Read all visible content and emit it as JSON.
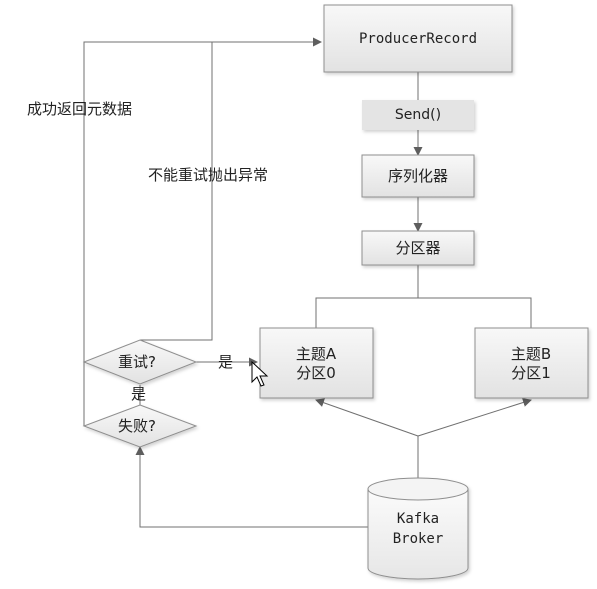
{
  "nodes": {
    "producer_record": "ProducerRecord",
    "send": "Send()",
    "serializer": "序列化器",
    "partitioner": "分区器",
    "topic_a_line1": "主题A",
    "topic_a_line2": "分区0",
    "topic_b_line1": "主题B",
    "topic_b_line2": "分区1",
    "retry": "重试?",
    "fail": "失败?",
    "kafka_line1": "Kafka",
    "kafka_line2": "Broker"
  },
  "edge_labels": {
    "success_return": "成功返回元数据",
    "no_retry_throw": "不能重试抛出异常",
    "yes_retry": "是",
    "yes_fail": "是"
  },
  "colors": {
    "box_fill_top": "#f7f7f7",
    "box_fill_bottom": "#e3e3e3",
    "stroke": "#8a8a8a",
    "line": "#6f6f6f"
  }
}
